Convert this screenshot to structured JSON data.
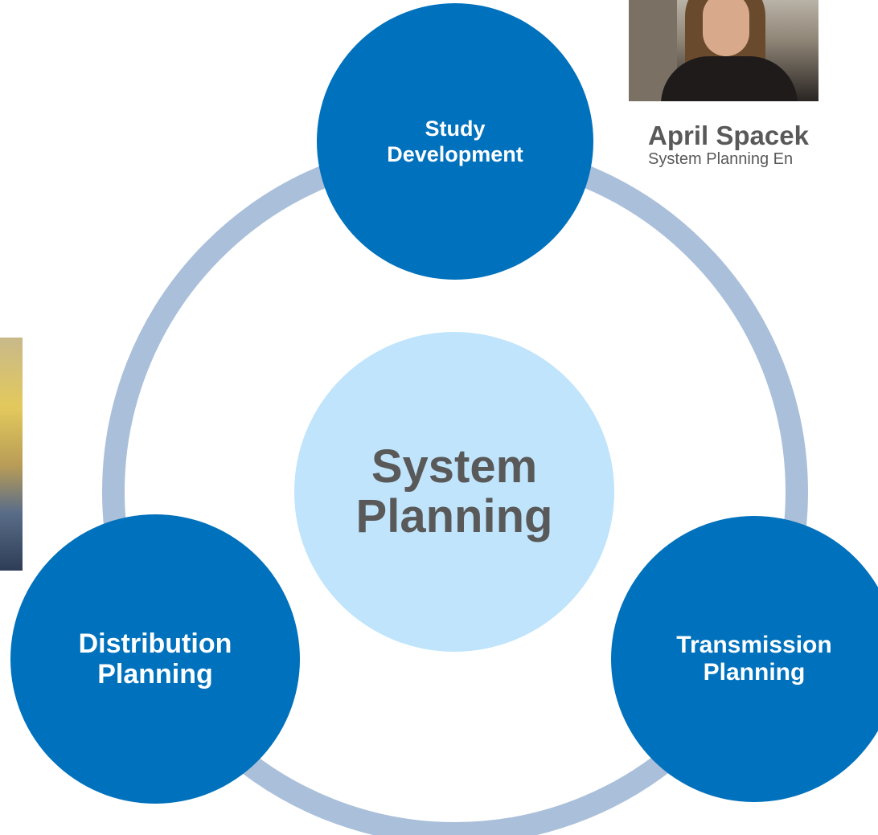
{
  "diagram": {
    "center": {
      "line1": "System",
      "line2": "Planning"
    },
    "nodes": [
      {
        "line1": "Study",
        "line2": "Development"
      },
      {
        "line1": "Distribution",
        "line2": "Planning"
      },
      {
        "line1": "Transmission",
        "line2": "Planning"
      }
    ]
  },
  "person": {
    "name": "April Spacek",
    "title": "System Planning En"
  },
  "colors": {
    "node_fill": "#0071bc",
    "center_fill": "#bfe4fb",
    "ring": "#aabfda",
    "text_gray": "#595959"
  }
}
